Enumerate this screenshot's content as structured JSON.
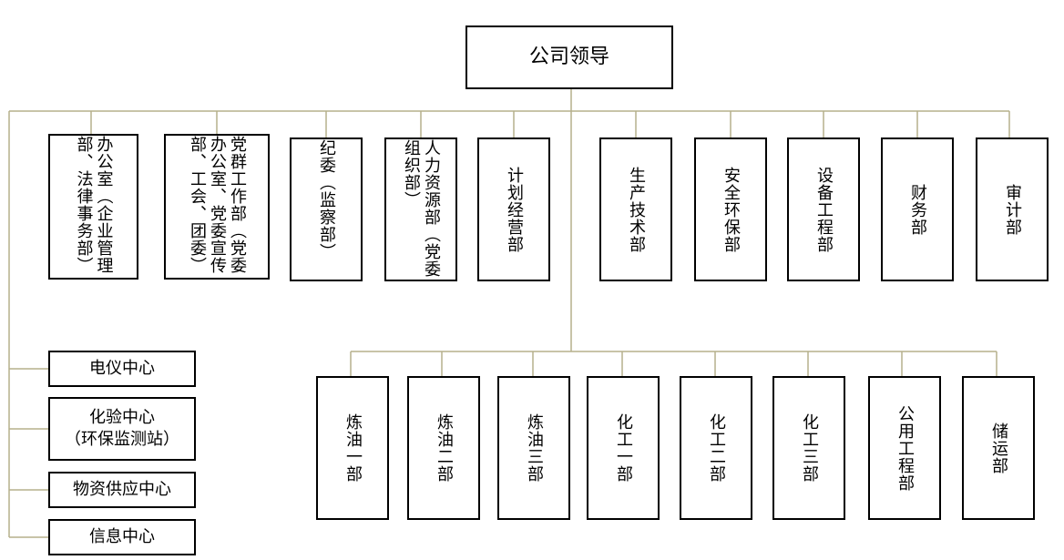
{
  "root": {
    "label": "公司领导"
  },
  "departments": [
    {
      "label": "办公室（企业管理部、法律事务部）"
    },
    {
      "label": "党群工作部（党委办公室、党委宣传部、工会、团委）"
    },
    {
      "label": "纪委（监察部）"
    },
    {
      "label": "人力资源部（党委组织部）"
    },
    {
      "label": "计划经营部"
    },
    {
      "label": "生产技术部"
    },
    {
      "label": "安全环保部"
    },
    {
      "label": "设备工程部"
    },
    {
      "label": "财务部"
    },
    {
      "label": "审计部"
    }
  ],
  "centers": [
    {
      "label": "电仪中心"
    },
    {
      "label": "化验中心\n（环保监测站）"
    },
    {
      "label": "物资供应中心"
    },
    {
      "label": "信息中心"
    }
  ],
  "plants": [
    {
      "label": "炼油一部"
    },
    {
      "label": "炼油二部"
    },
    {
      "label": "炼油三部"
    },
    {
      "label": "化工一部"
    },
    {
      "label": "化工二部"
    },
    {
      "label": "化工三部"
    },
    {
      "label": "公用工程部"
    },
    {
      "label": "储运部"
    }
  ],
  "colors": {
    "connector": "#b5b08c",
    "border": "#000000",
    "text": "#000000"
  }
}
